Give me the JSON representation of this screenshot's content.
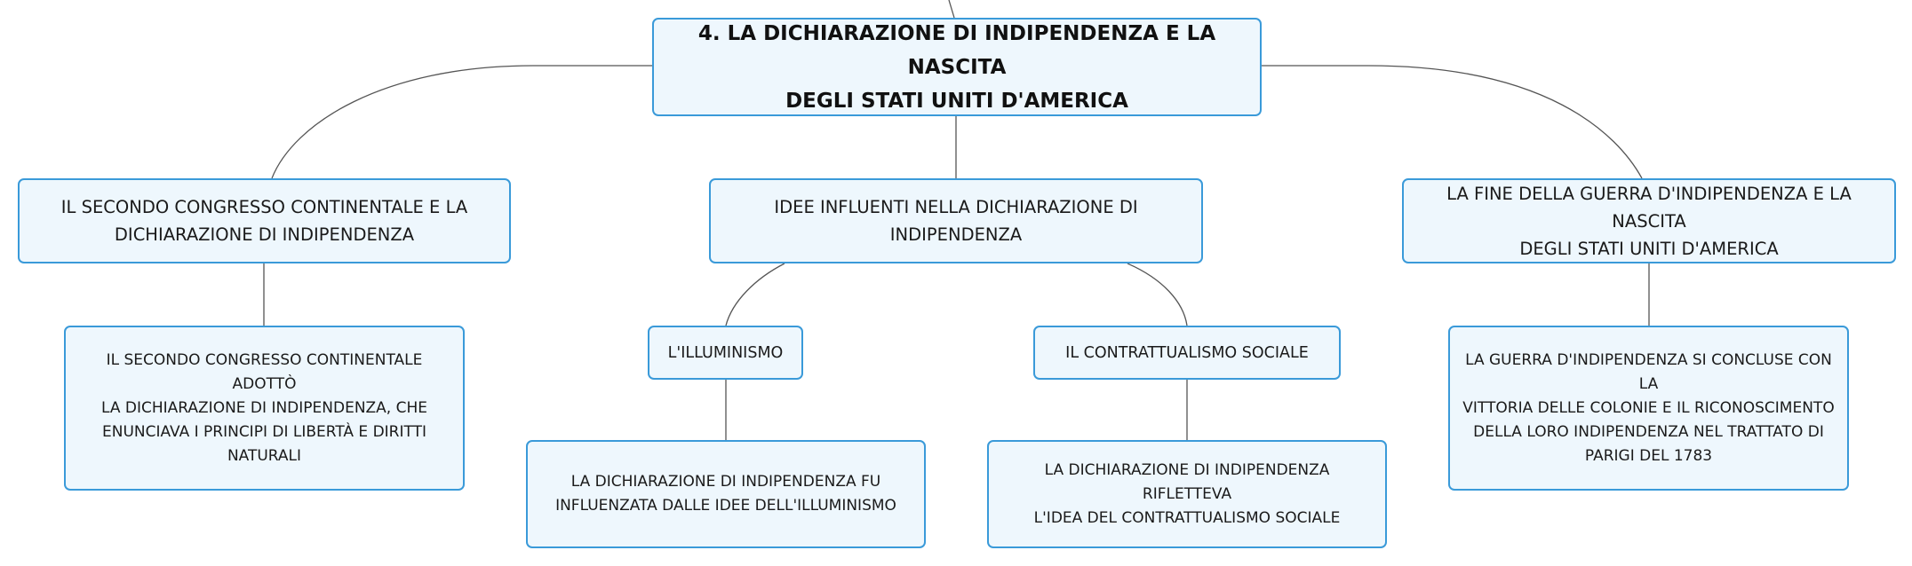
{
  "mindmap": {
    "root": {
      "line1": "4. LA DICHIARAZIONE DI INDIPENDENZA E LA NASCITA",
      "line2": "DEGLI STATI UNITI D'AMERICA"
    },
    "branches": [
      {
        "label_lines": [
          "IL SECONDO CONGRESSO CONTINENTALE E LA",
          "DICHIARAZIONE DI INDIPENDENZA"
        ],
        "leaf_lines": [
          "IL SECONDO CONGRESSO CONTINENTALE ADOTTÒ",
          "LA DICHIARAZIONE DI INDIPENDENZA, CHE",
          "ENUNCIAVA I PRINCIPI DI LIBERTÀ E DIRITTI",
          "NATURALI"
        ]
      },
      {
        "label_lines": [
          "IDEE INFLUENTI NELLA DICHIARAZIONE DI INDIPENDENZA"
        ],
        "children": [
          {
            "label": "L'ILLUMINISMO",
            "leaf_lines": [
              "LA DICHIARAZIONE DI INDIPENDENZA FU",
              "INFLUENZATA DALLE IDEE DELL'ILLUMINISMO"
            ]
          },
          {
            "label": "IL CONTRATTUALISMO SOCIALE",
            "leaf_lines": [
              "LA DICHIARAZIONE DI INDIPENDENZA RIFLETTEVA",
              "L'IDEA DEL CONTRATTUALISMO SOCIALE"
            ]
          }
        ]
      },
      {
        "label_lines": [
          "LA FINE DELLA GUERRA D'INDIPENDENZA E LA NASCITA",
          "DEGLI STATI UNITI D'AMERICA"
        ],
        "leaf_lines": [
          "LA GUERRA D'INDIPENDENZA SI CONCLUSE CON LA",
          "VITTORIA DELLE COLONIE E IL RICONOSCIMENTO",
          "DELLA LORO INDIPENDENZA NEL TRATTATO DI",
          "PARIGI DEL 1783"
        ]
      }
    ],
    "colors": {
      "node_border": "#3a9ad9",
      "node_fill": "#eef7fd",
      "connector": "#555555"
    }
  }
}
